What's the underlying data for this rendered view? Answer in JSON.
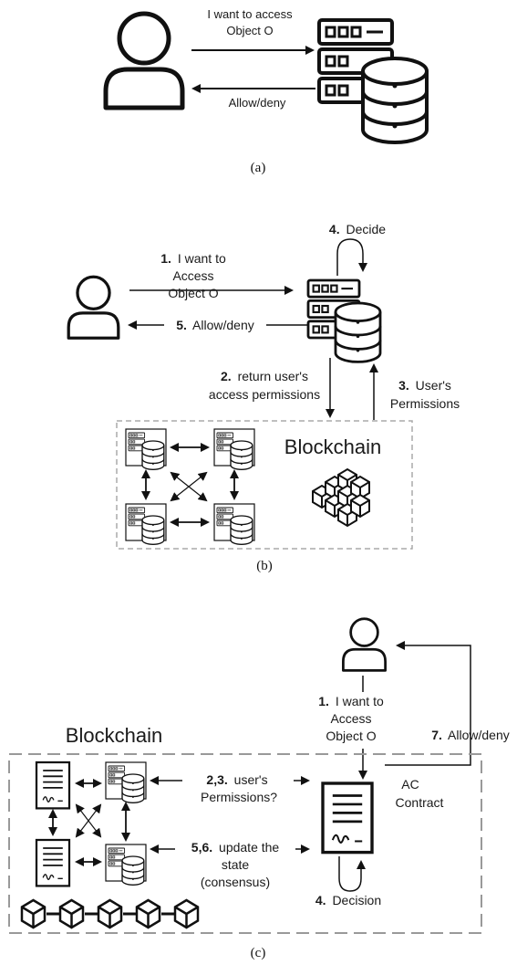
{
  "panel_a": {
    "request": [
      "I want to access",
      "Object O"
    ],
    "response": "Allow/deny",
    "caption": "(a)"
  },
  "panel_b": {
    "step1_num": "1.",
    "step1": [
      "I want to",
      "Access",
      "Object O"
    ],
    "step4_num": "4.",
    "step4": "Decide",
    "step5_num": "5.",
    "step5": "Allow/deny",
    "step2_num": "2.",
    "step2": [
      "return user's",
      "access permissions"
    ],
    "step3_num": "3.",
    "step3": [
      "User's",
      "Permissions"
    ],
    "blockchain": "Blockchain",
    "caption": "(b)"
  },
  "panel_c": {
    "step1_num": "1.",
    "step1": [
      "I want to",
      "Access",
      "Object O"
    ],
    "step7_num": "7.",
    "step7": "Allow/deny",
    "blockchain": "Blockchain",
    "step23_num": "2,3.",
    "step23": [
      "user's",
      "Permissions?"
    ],
    "step56_num": "5,6.",
    "step56": [
      "update the",
      "state",
      "(consensus)"
    ],
    "contract": [
      "AC",
      "Contract"
    ],
    "step4_num": "4.",
    "step4": "Decision",
    "caption": "(c)"
  }
}
